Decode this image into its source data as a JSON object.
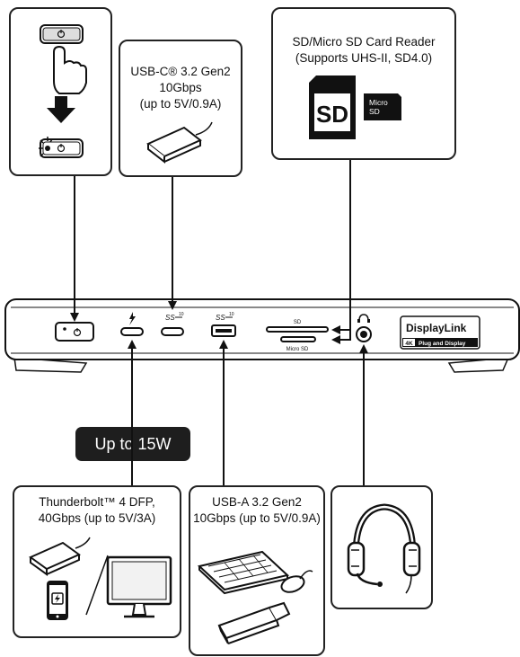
{
  "callouts": {
    "sd_reader": {
      "title": "SD/Micro SD Card Reader",
      "subtitle": "(Supports UHS-II, SD4.0)",
      "sd_logo": "SD",
      "microsd_logo_line1": "Micro",
      "microsd_logo_line2": "SD"
    },
    "usb_c_front": {
      "line1": "USB-C® 3.2 Gen2",
      "line2": "10Gbps",
      "line3": "(up to 5V/0.9A)"
    },
    "thunderbolt": {
      "line1": "Thunderbolt™ 4 DFP,",
      "line2": "40Gbps (up to 5V/3A)"
    },
    "usb_a": {
      "line1": "USB-A 3.2 Gen2",
      "line2": "10Gbps (up to 5V/0.9A)"
    }
  },
  "power_badge": "Up to 15W",
  "dock": {
    "sd_slot_label": "SD",
    "microsd_slot_label": "Micro SD",
    "ss_label_1": "SS",
    "ss_label_2": "SS",
    "ss_sup_1": "10",
    "ss_sup_2": "10",
    "brand": "DisplayLink",
    "brand_tag_4k": "4K",
    "brand_tag_text": "Plug and Display"
  }
}
